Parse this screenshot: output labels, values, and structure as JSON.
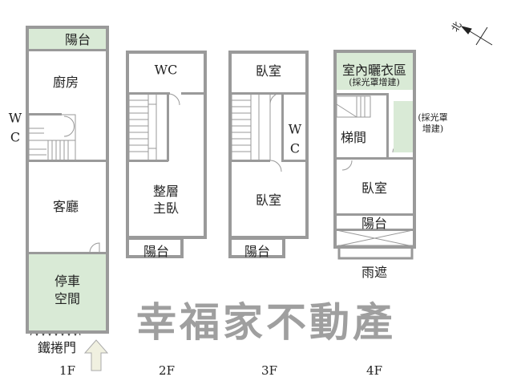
{
  "floors": {
    "f1": {
      "label": "1F",
      "balcony": "陽台",
      "kitchen": "廚房",
      "wc_w": "W",
      "wc_c": "C",
      "living": "客廳",
      "parking_1": "停車",
      "parking_2": "空間",
      "shutter": "鐵捲門"
    },
    "f2": {
      "label": "2F",
      "wc": "WC",
      "master_1": "整層",
      "master_2": "主臥",
      "balcony": "陽台"
    },
    "f3": {
      "label": "3F",
      "bedroom_top": "臥室",
      "wc_w": "W",
      "wc_c": "C",
      "bedroom": "臥室",
      "balcony": "陽台"
    },
    "f4": {
      "label": "4F",
      "laundry": "室內曬衣區",
      "laundry_note": "(採光罩增建)",
      "stairs": "梯間",
      "side_note_1": "(採光罩",
      "side_note_2": "增建)",
      "bedroom": "臥室",
      "balcony": "陽台",
      "canopy": "雨遮"
    }
  },
  "north": "北",
  "watermark": "幸福家不動產",
  "colors": {
    "wall": "#9a9a9a",
    "green": "#d9ead6"
  }
}
